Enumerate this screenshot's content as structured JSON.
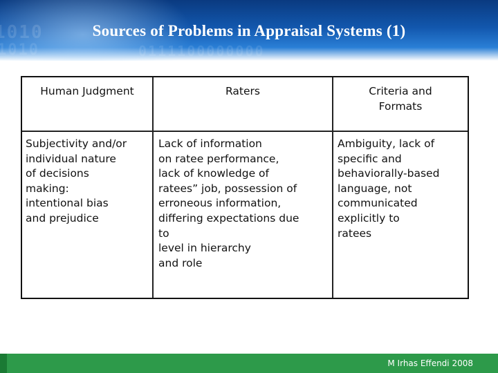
{
  "slide": {
    "title": "Sources of Problems in Appraisal Systems (1)",
    "colors": {
      "header": "#1257ad",
      "footer": "#2d9a4a",
      "text": "#111111"
    }
  },
  "table": {
    "headers": [
      "Human Judgment",
      "Raters",
      "Criteria and\nFormats"
    ],
    "cells": [
      "Subjectivity and/or\nindividual nature\nof decisions\nmaking:\nintentional bias\nand prejudice",
      "Lack of information\non ratee performance,\nlack of knowledge of\nratees” job, possession of\nerroneous information,\ndiffering expectations due\nto\nlevel in hierarchy\nand role",
      "Ambiguity, lack of\nspecific and\nbehaviorally-based\nlanguage, not\ncommunicated\nexplicitly to\nratees"
    ]
  },
  "footer": {
    "author": "M Irhas Effendi 2008"
  }
}
